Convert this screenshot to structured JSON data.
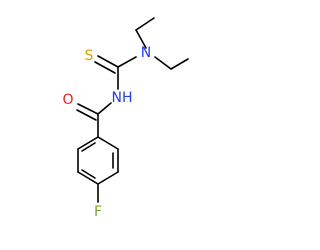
{
  "molecule": {
    "atoms": {
      "sulfur": {
        "symbol": "S",
        "color": "#d7a500"
      },
      "thioamide_nitrogen": {
        "symbol": "N",
        "color": "#1f3cff"
      },
      "amide_nitrogen": {
        "symbol": "NH",
        "color": "#1f3cff"
      },
      "oxygen": {
        "symbol": "O",
        "color": "#ff1a1a"
      },
      "fluorine": {
        "symbol": "F",
        "color": "#7ea12a"
      }
    },
    "bond_color": "#000000"
  }
}
